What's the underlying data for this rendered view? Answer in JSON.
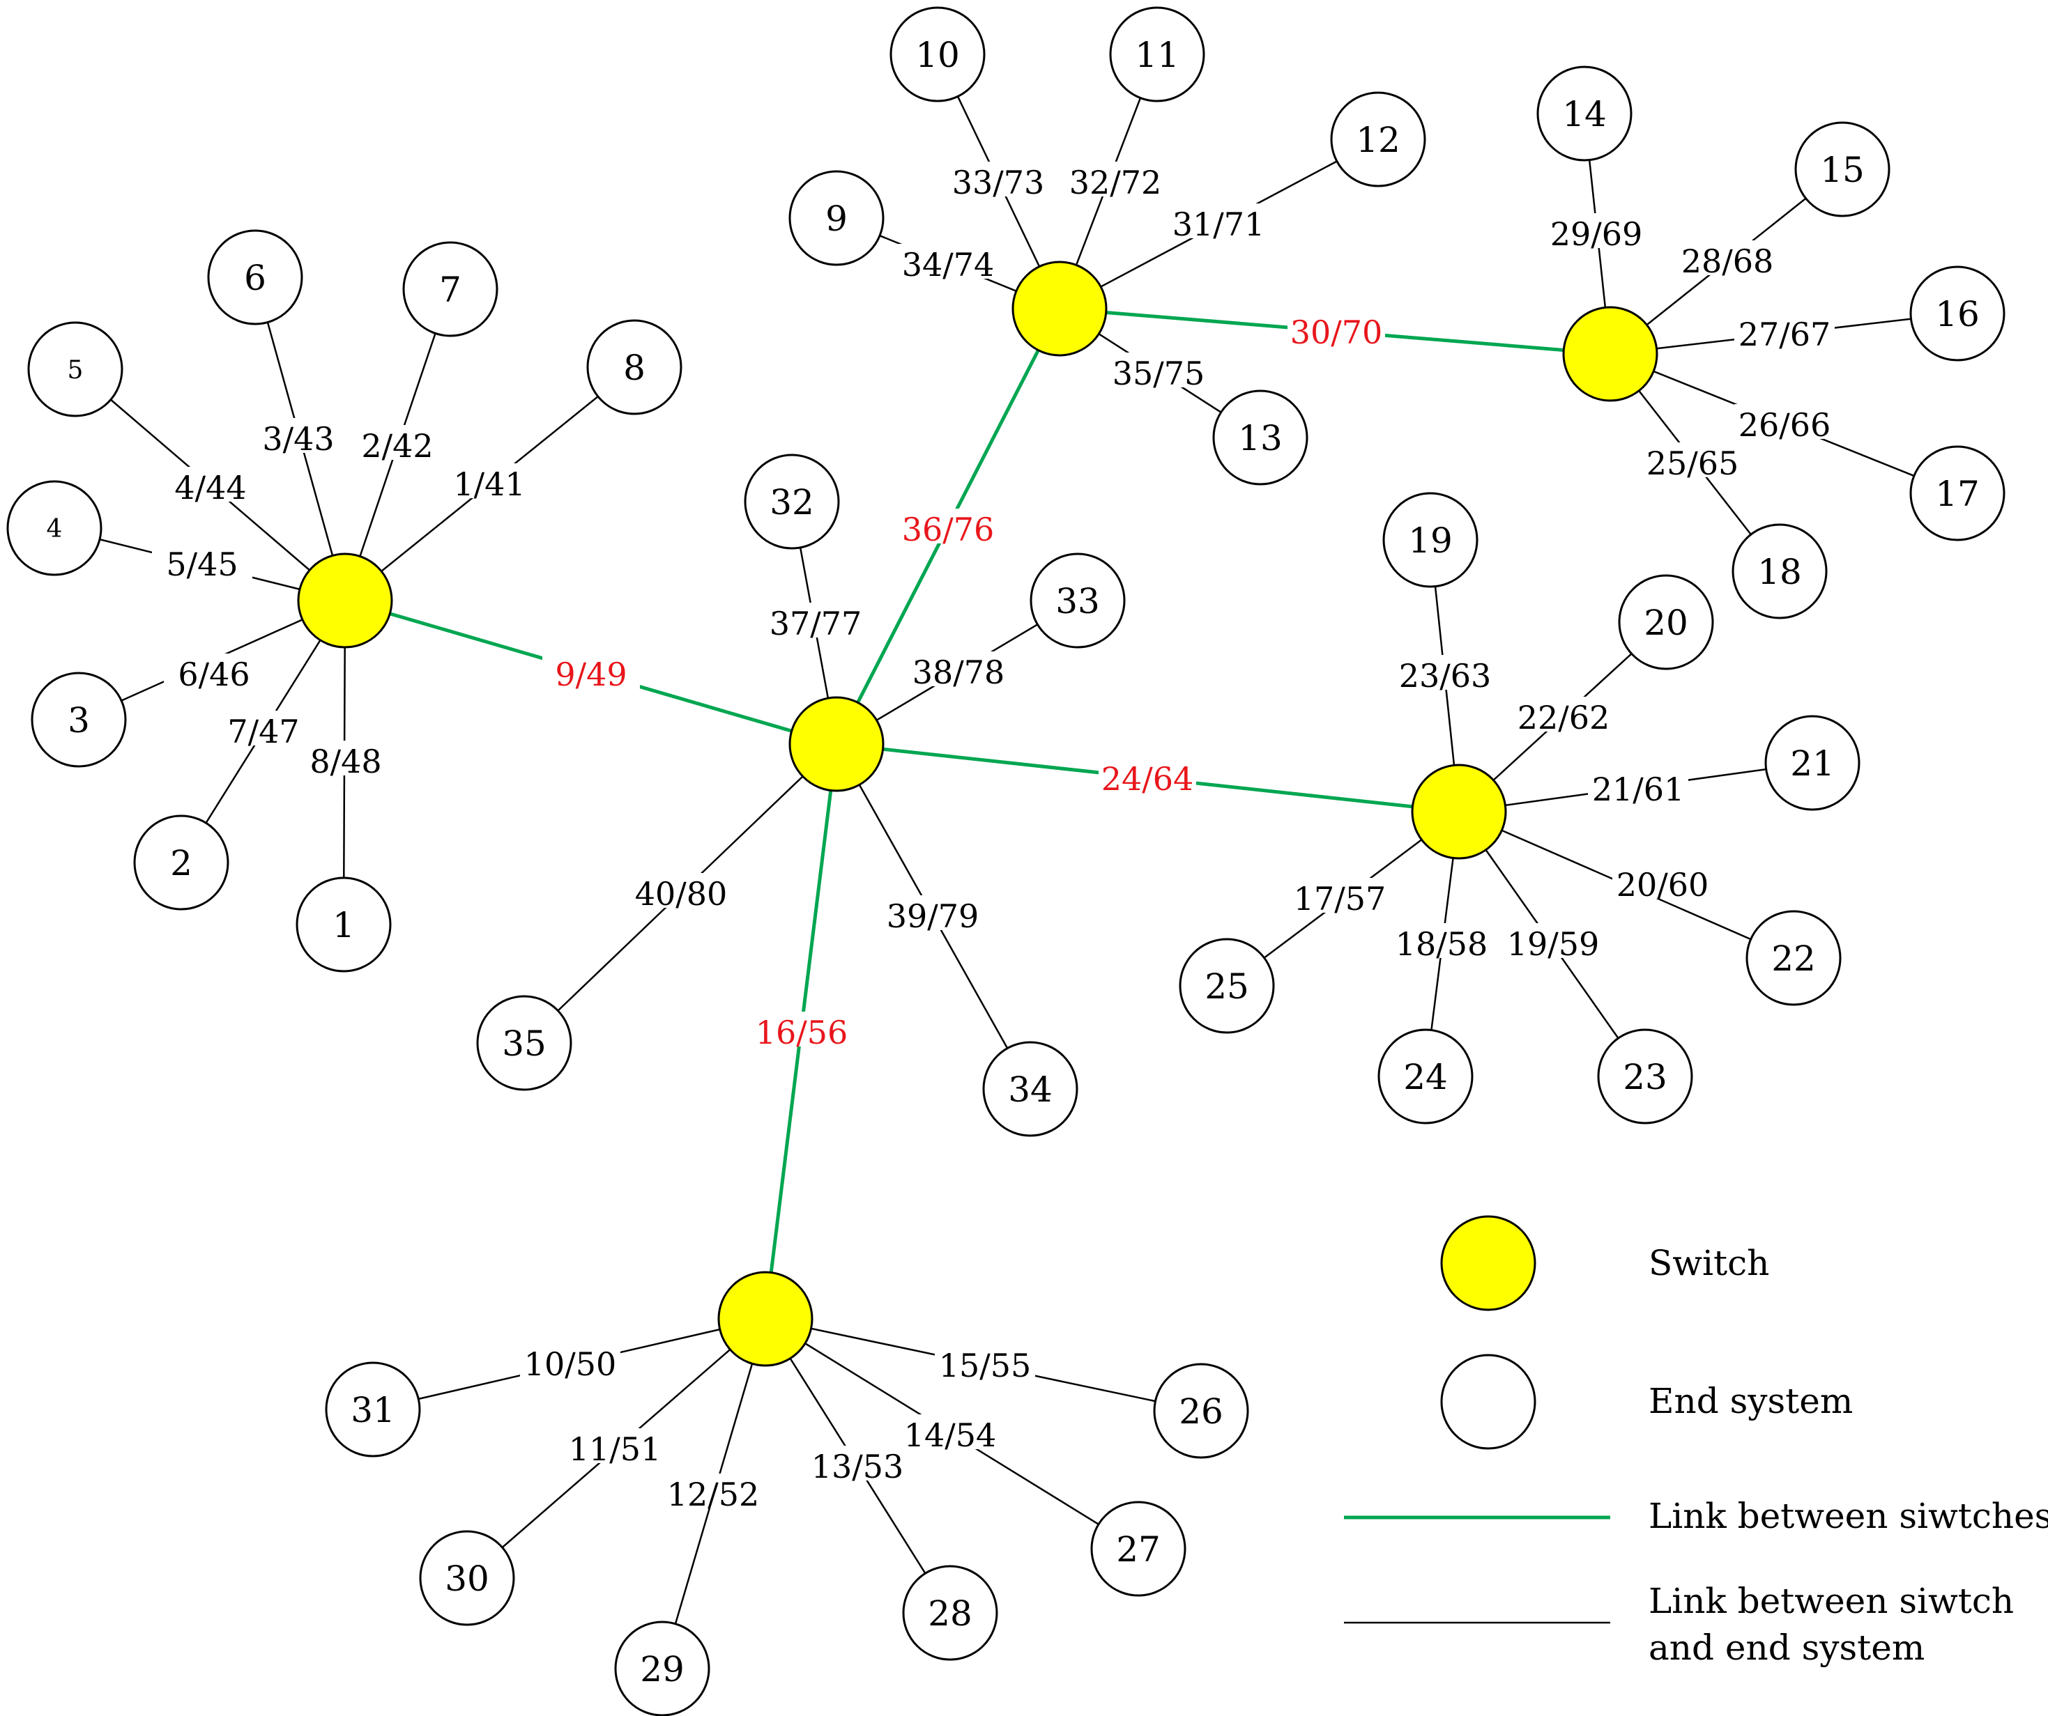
{
  "colors": {
    "switch_fill": "#ffff00",
    "switch_link": "#00a651",
    "end_link": "#000000",
    "switch_link_label": "#e8161b"
  },
  "switches": [
    "",
    "",
    "",
    "",
    "",
    ""
  ],
  "end_systems": [
    "1",
    "2",
    "3",
    "4",
    "5",
    "6",
    "7",
    "8",
    "9",
    "10",
    "11",
    "12",
    "13",
    "14",
    "15",
    "16",
    "17",
    "18",
    "19",
    "20",
    "21",
    "22",
    "23",
    "24",
    "25",
    "26",
    "27",
    "28",
    "29",
    "30",
    "31",
    "32",
    "33",
    "34",
    "35"
  ],
  "end_links": [
    {
      "end": "1",
      "switch": "A",
      "label": "8/48"
    },
    {
      "end": "2",
      "switch": "A",
      "label": "7/47"
    },
    {
      "end": "3",
      "switch": "A",
      "label": "6/46"
    },
    {
      "end": "4",
      "switch": "A",
      "label": "5/45"
    },
    {
      "end": "5",
      "switch": "A",
      "label": "4/44"
    },
    {
      "end": "6",
      "switch": "A",
      "label": "3/43"
    },
    {
      "end": "7",
      "switch": "A",
      "label": "2/42"
    },
    {
      "end": "8",
      "switch": "A",
      "label": "1/41"
    },
    {
      "end": "9",
      "switch": "C",
      "label": "34/74"
    },
    {
      "end": "10",
      "switch": "C",
      "label": "33/73"
    },
    {
      "end": "11",
      "switch": "C",
      "label": "32/72"
    },
    {
      "end": "12",
      "switch": "C",
      "label": "31/71"
    },
    {
      "end": "13",
      "switch": "C",
      "label": "35/75"
    },
    {
      "end": "14",
      "switch": "D",
      "label": "29/69"
    },
    {
      "end": "15",
      "switch": "D",
      "label": "28/68"
    },
    {
      "end": "16",
      "switch": "D",
      "label": "27/67"
    },
    {
      "end": "17",
      "switch": "D",
      "label": "26/66"
    },
    {
      "end": "18",
      "switch": "D",
      "label": "25/65"
    },
    {
      "end": "19",
      "switch": "E",
      "label": "23/63"
    },
    {
      "end": "20",
      "switch": "E",
      "label": "22/62"
    },
    {
      "end": "21",
      "switch": "E",
      "label": "21/61"
    },
    {
      "end": "22",
      "switch": "E",
      "label": "20/60"
    },
    {
      "end": "23",
      "switch": "E",
      "label": "19/59"
    },
    {
      "end": "24",
      "switch": "E",
      "label": "18/58"
    },
    {
      "end": "25",
      "switch": "E",
      "label": "17/57"
    },
    {
      "end": "26",
      "switch": "F",
      "label": "15/55"
    },
    {
      "end": "27",
      "switch": "F",
      "label": "14/54"
    },
    {
      "end": "28",
      "switch": "F",
      "label": "13/53"
    },
    {
      "end": "29",
      "switch": "F",
      "label": "12/52"
    },
    {
      "end": "30",
      "switch": "F",
      "label": "11/51"
    },
    {
      "end": "31",
      "switch": "F",
      "label": "10/50"
    },
    {
      "end": "32",
      "switch": "B",
      "label": "37/77"
    },
    {
      "end": "33",
      "switch": "B",
      "label": "38/78"
    },
    {
      "end": "34",
      "switch": "B",
      "label": "39/79"
    },
    {
      "end": "35",
      "switch": "B",
      "label": "40/80"
    }
  ],
  "switch_links": [
    {
      "from": "A",
      "to": "B",
      "label": "9/49"
    },
    {
      "from": "B",
      "to": "C",
      "label": "36/76"
    },
    {
      "from": "B",
      "to": "E",
      "label": "24/64"
    },
    {
      "from": "B",
      "to": "F",
      "label": "16/56"
    },
    {
      "from": "C",
      "to": "D",
      "label": "30/70"
    }
  ],
  "legend": {
    "switch": "Switch",
    "end_system": "End system",
    "link_switches": "Link between siwtches",
    "link_end_line1": "Link between siwtch",
    "link_end_line2": "and end system"
  }
}
